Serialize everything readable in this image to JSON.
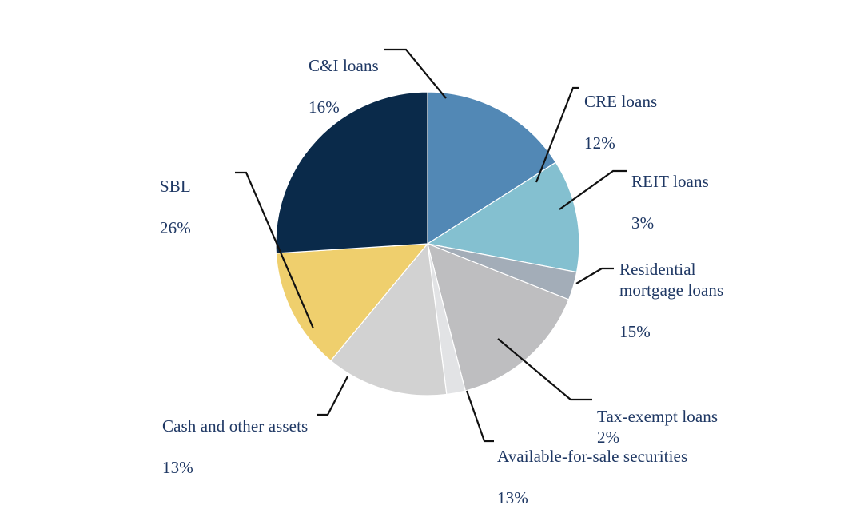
{
  "chart_data": {
    "type": "pie",
    "title": "",
    "subtitle": "",
    "xlabel": "",
    "ylabel": "",
    "legend_position": "none",
    "grid": false,
    "units": "percent",
    "start_angle_deg": 0,
    "direction": "clockwise",
    "total": 100,
    "categories": [
      "C&I loans",
      "CRE loans",
      "REIT loans",
      "Residential mortgage loans",
      "Tax-exempt loans",
      "Available-for-sale securities",
      "Cash and other assets",
      "SBL"
    ],
    "values": [
      16,
      12,
      3,
      15,
      2,
      13,
      13,
      26
    ],
    "colors": [
      "#5288B5",
      "#84C0D0",
      "#A3ADB8",
      "#BEBEC0",
      "#E2E3E5",
      "#D2D2D2",
      "#EFCF6D",
      "#0A2A4A"
    ],
    "slices": [
      {
        "label": "C&I loans",
        "value": 16,
        "value_text": "16%",
        "color": "#5288B5"
      },
      {
        "label": "CRE loans",
        "value": 12,
        "value_text": "12%",
        "color": "#84C0D0"
      },
      {
        "label": "REIT loans",
        "value": 3,
        "value_text": "3%",
        "color": "#A3ADB8"
      },
      {
        "label": "Residential mortgage loans",
        "value": 15,
        "value_text": "15%",
        "color": "#BEBEC0"
      },
      {
        "label": "Tax-exempt loans",
        "value": 2,
        "value_text": "2%",
        "color": "#E2E3E5"
      },
      {
        "label": "Available-for-sale securities",
        "value": 13,
        "value_text": "13%",
        "color": "#D2D2D2"
      },
      {
        "label": "Cash and other assets",
        "value": 13,
        "value_text": "13%",
        "color": "#EFCF6D"
      },
      {
        "label": "SBL",
        "value": 26,
        "value_text": "26%",
        "color": "#0A2A4A"
      }
    ]
  },
  "labels": {
    "ci": {
      "name": "C&I loans",
      "value": "16%"
    },
    "cre": {
      "name": "CRE loans",
      "value": "12%"
    },
    "reit": {
      "name": "REIT loans",
      "value": "3%"
    },
    "resi": {
      "name": "Residential\nmortgage loans",
      "value": "15%"
    },
    "tax": {
      "name": "Tax-exempt loans ",
      "value": "2%"
    },
    "afs": {
      "name": "Available-for-sale securities",
      "value": "13%"
    },
    "cash": {
      "name": "Cash and other assets",
      "value": "13%"
    },
    "sbl": {
      "name": "SBL",
      "value": "26%"
    }
  },
  "theme": {
    "background": "#FFFFFF",
    "label_color": "#1F3864",
    "leader_line_color": "#111111",
    "slice_border": "#FFFFFF"
  }
}
